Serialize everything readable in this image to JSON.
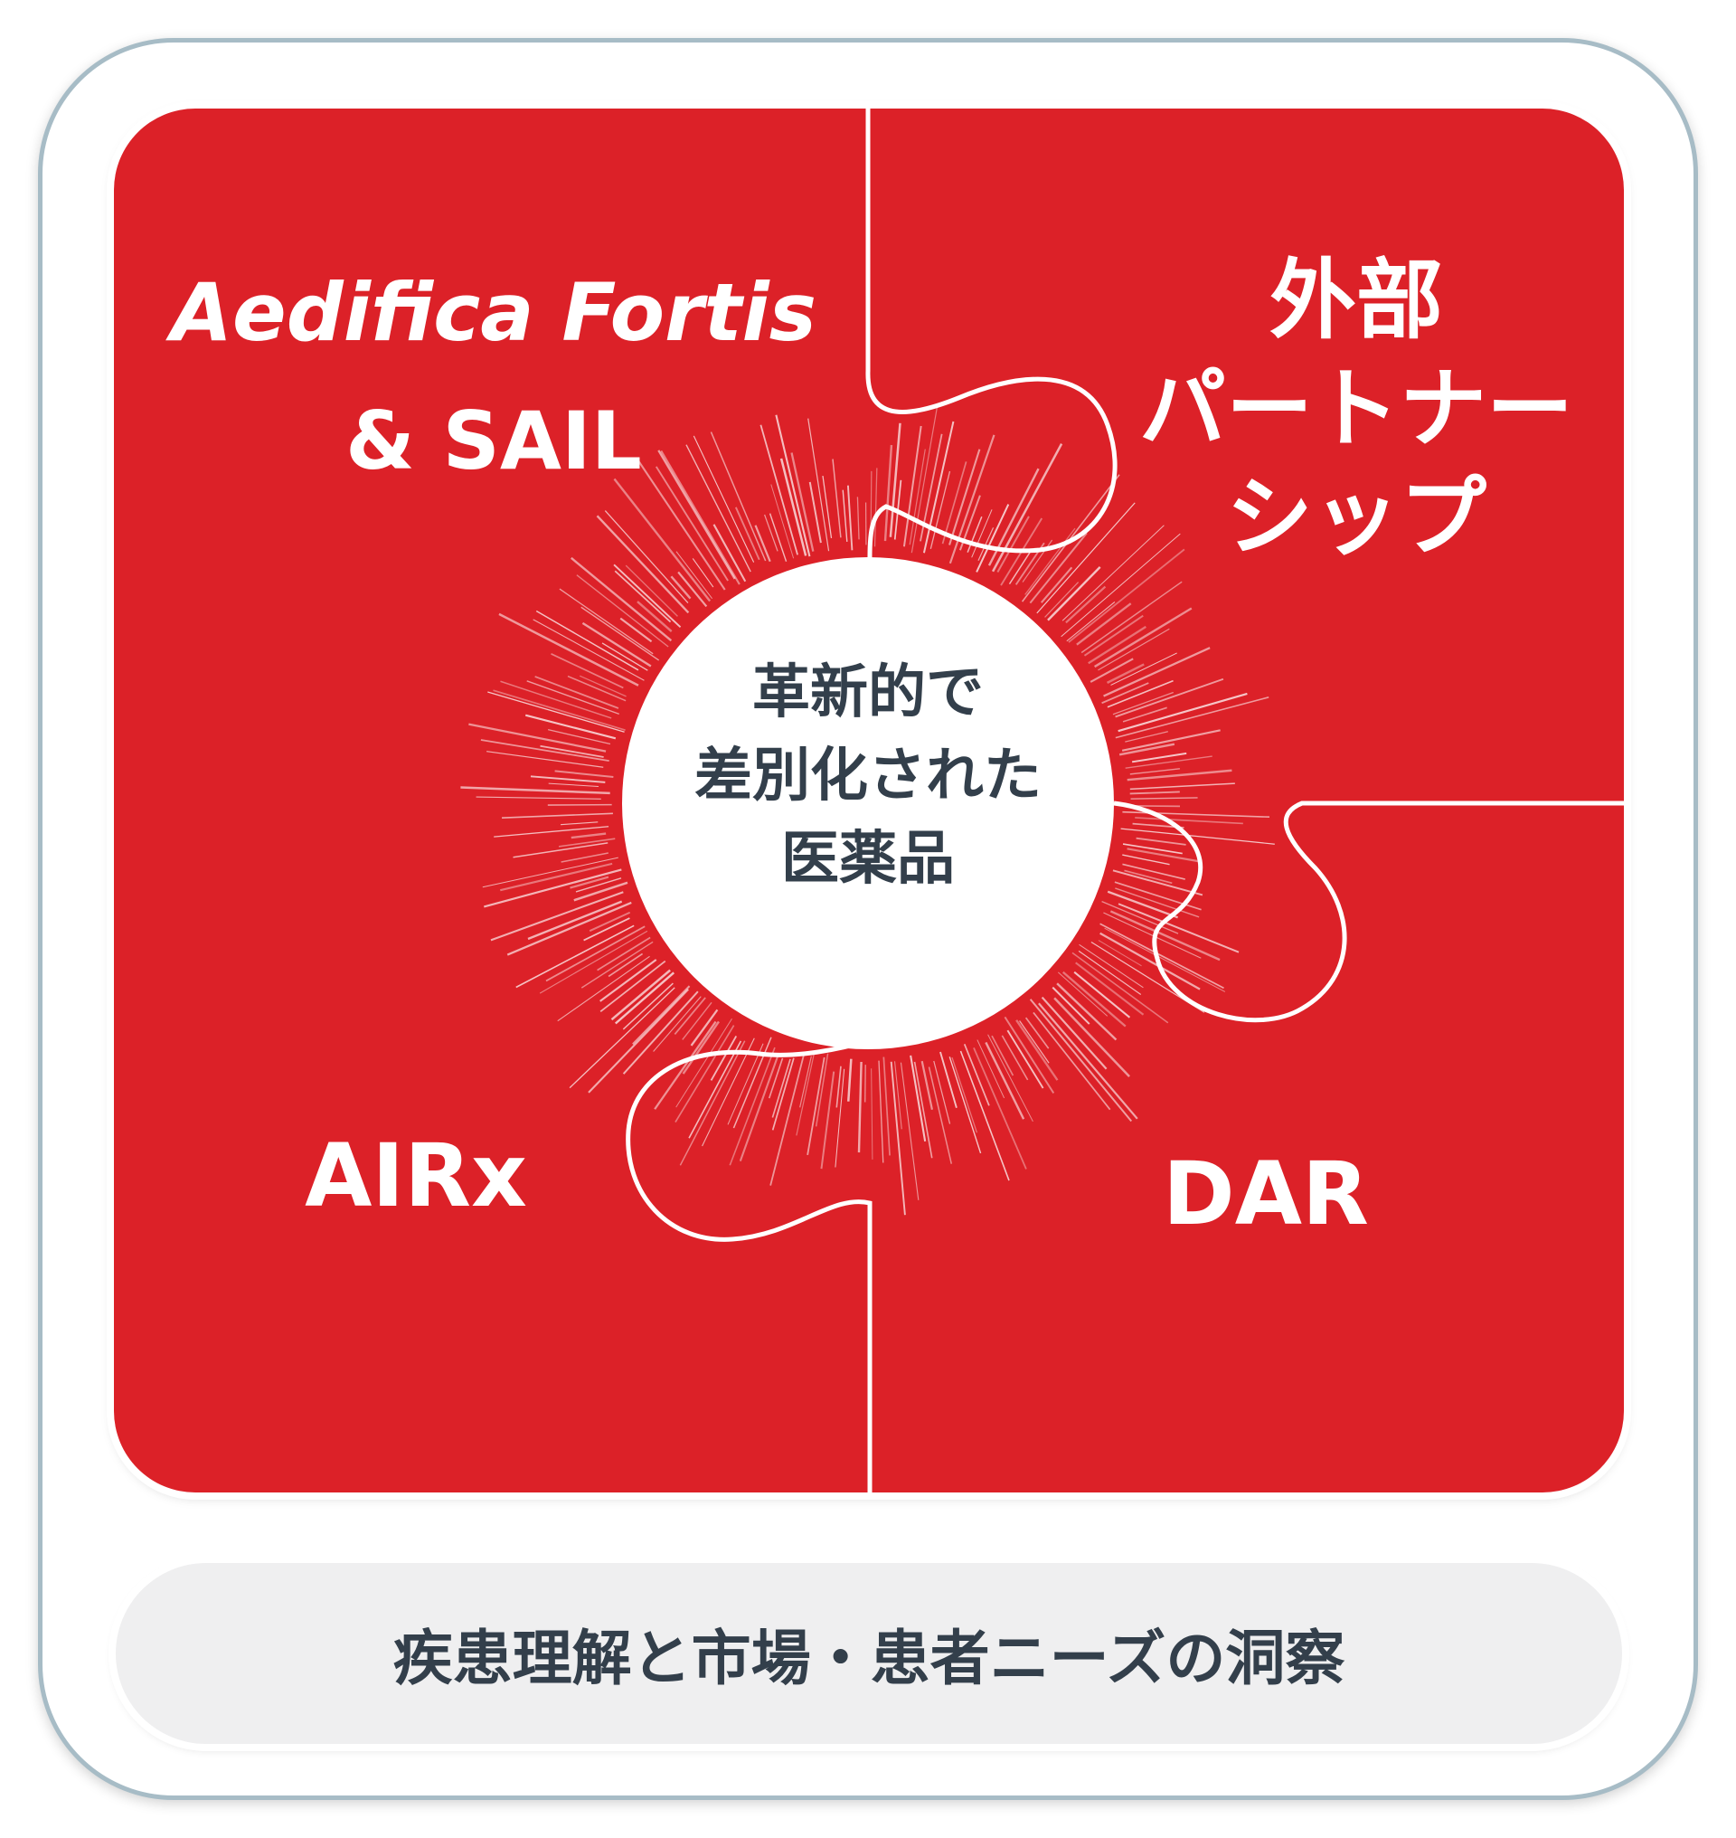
{
  "colors": {
    "frame_border": "#a7bcc6",
    "puzzle_red": "#dc2128",
    "center_fill": "#ffffff",
    "center_text": "#333f4b",
    "pill_fill": "#efeff0"
  },
  "pieces": {
    "top_left": {
      "line1": "Aedifica Fortis",
      "line2": "& SAIL"
    },
    "top_right": {
      "line1": "外部",
      "line2": "パートナー",
      "line3": "シップ"
    },
    "bottom_left": {
      "label": "AIRx"
    },
    "bottom_right": {
      "label": "DAR"
    }
  },
  "center": {
    "line1": "革新的で",
    "line2": "差別化された",
    "line3": "医薬品"
  },
  "foundation": {
    "label": "疾患理解と市場・患者ニーズの洞察"
  }
}
